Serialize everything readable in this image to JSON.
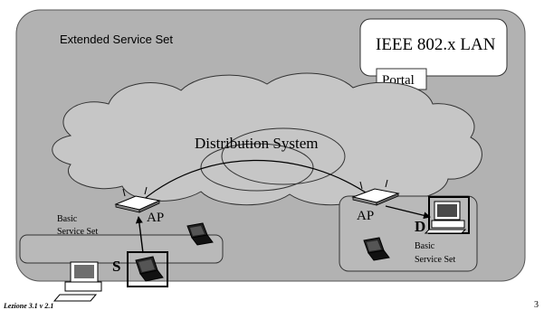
{
  "ess_label": "Extended Service Set",
  "lan": {
    "label": "IEEE 802.x LAN",
    "portal_label": "Portal"
  },
  "distribution_system_label": "Distribution System",
  "access_points": [
    {
      "label": "AP"
    },
    {
      "label": "AP"
    }
  ],
  "bss_left": {
    "label_line1": "Basic",
    "label_line2": "Service Set"
  },
  "bss_right": {
    "label_line1": "Basic",
    "label_line2": "Service Set"
  },
  "nodes": {
    "source": "S",
    "destination": "D"
  },
  "footer": {
    "lecture_label": "Lezione 3.1 v 2.1",
    "page_number": "3"
  },
  "colors": {
    "ess_fill": "#b2b2b2",
    "cloud_fill": "#c6c6c6",
    "bss_fill": "#b9b9b9",
    "background": "#ffffff"
  }
}
